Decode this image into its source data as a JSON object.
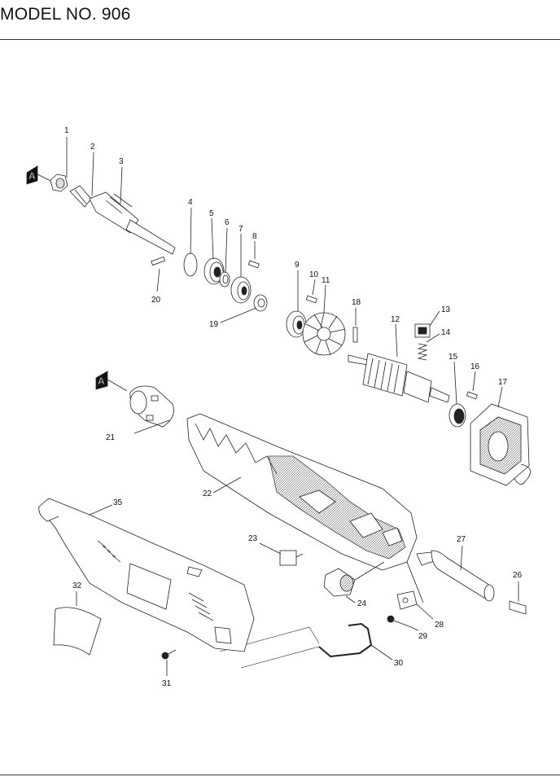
{
  "header": {
    "title": "MODEL NO. 906"
  },
  "markers": [
    "A",
    "A"
  ],
  "part_numbers": [
    "1",
    "2",
    "3",
    "4",
    "5",
    "6",
    "7",
    "8",
    "9",
    "10",
    "11",
    "12",
    "13",
    "14",
    "15",
    "16",
    "17",
    "18",
    "19",
    "20",
    "21",
    "22",
    "23",
    "24",
    "26",
    "27",
    "28",
    "29",
    "30",
    "31",
    "32",
    "35"
  ]
}
